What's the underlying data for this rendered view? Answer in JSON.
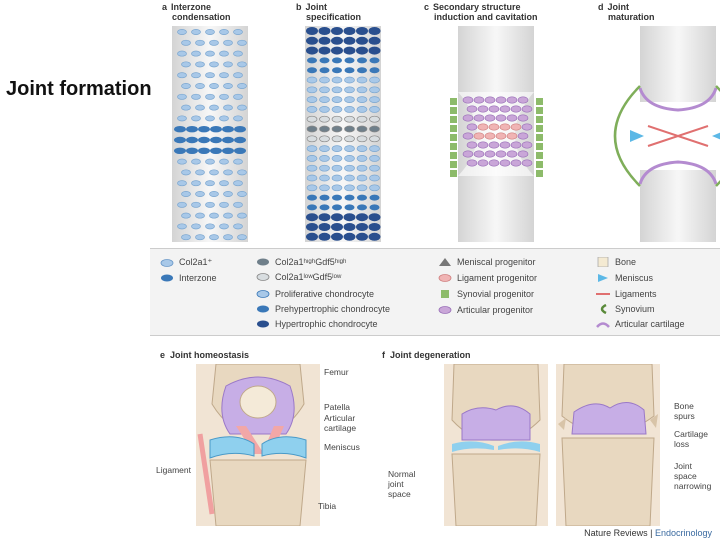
{
  "side_title": "Joint formation",
  "panels": [
    {
      "letter": "a",
      "title_lines": [
        "Interzone",
        "condensation"
      ]
    },
    {
      "letter": "b",
      "title_lines": [
        "Joint",
        "specification"
      ]
    },
    {
      "letter": "c",
      "title_lines": [
        "Secondary structure",
        "induction and cavitation"
      ]
    },
    {
      "letter": "d",
      "title_lines": [
        "Joint",
        "maturation"
      ]
    }
  ],
  "legend": {
    "col1": [
      "Col2a1⁺",
      "Interzone"
    ],
    "col2": [
      "Col2a1ʰᶦᵍʰGdf5ʰᶦᵍʰ",
      "Col2a1ˡᵒʷGdf5ˡᵒʷ",
      "Proliferative chondrocyte",
      "Prehypertrophic chondrocyte",
      "Hypertrophic chondrocyte"
    ],
    "col3": [
      "Meniscal progenitor",
      "Ligament progenitor",
      "Synovial progenitor",
      "Articular progenitor"
    ],
    "col4": [
      "Bone",
      "Meniscus",
      "Ligaments",
      "Synovium",
      "Articular cartilage"
    ]
  },
  "section_e": {
    "letter": "e",
    "title": "Joint homeostasis",
    "labels": {
      "femur": "Femur",
      "patella": "Patella",
      "articular1": "Articular",
      "articular2": "cartilage",
      "meniscus": "Meniscus",
      "ligament": "Ligament",
      "tibia": "Tibia"
    }
  },
  "section_f": {
    "letter": "f",
    "title": "Joint degeneration",
    "labels": {
      "normal1": "Normal",
      "normal2": "joint",
      "normal3": "space",
      "spurs1": "Bone",
      "spurs2": "spurs",
      "loss1": "Cartilage",
      "loss2": "loss",
      "narrow1": "Joint",
      "narrow2": "space",
      "narrow3": "narrowing"
    }
  },
  "credit": {
    "journal": "Nature Reviews",
    "separator": " | ",
    "section": "Endocrinology"
  },
  "colors": {
    "cell_light": "#a8c8e8",
    "cell_dark": "#3a78b8",
    "cell_navy": "#2a4f8e",
    "cell_gray": "#6f7f8a",
    "progenitor_purple": "#c9a6d8",
    "ligament_pink": "#f0b4b4",
    "synovial_green": "#8dbb6a",
    "meniscus_blue": "#5cb8e6",
    "bone_beige": "#f4ead2",
    "bone_purple": "#b89ad8"
  }
}
